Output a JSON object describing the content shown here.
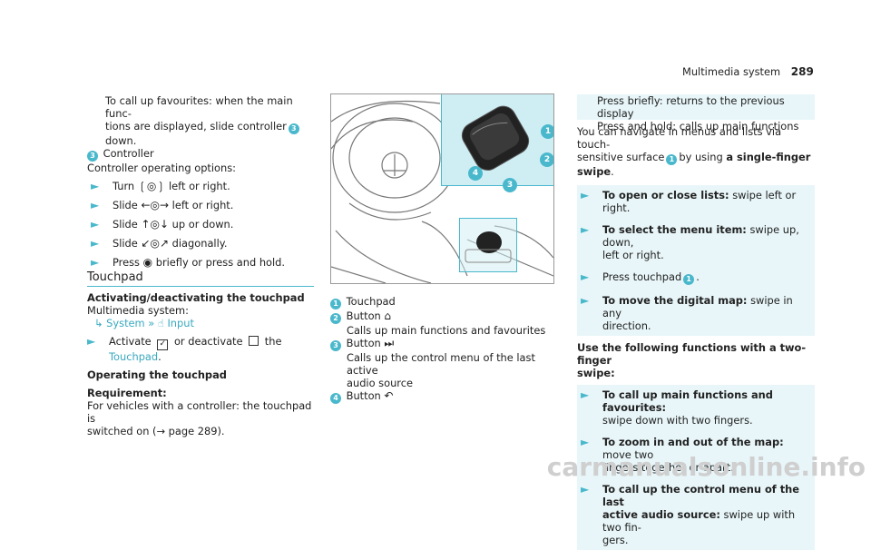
{
  "header": {
    "title": "Multimedia system",
    "page": "289"
  },
  "col1": {
    "intro_a": "To call up favourites: when the main func-",
    "intro_b": "tions are displayed, slide controller",
    "intro_c": "down.",
    "item3_label": "Controller",
    "options_title": "Controller operating options:",
    "opts": [
      {
        "pre": "Turn",
        "sym": "❲◎❳",
        "post": "left or right."
      },
      {
        "pre": "Slide",
        "sym": "←◎→",
        "post": "left or right."
      },
      {
        "pre": "Slide",
        "sym": "↑◎↓",
        "post": "up or down."
      },
      {
        "pre": "Slide",
        "sym": "↙◎↗",
        "post": "diagonally."
      },
      {
        "pre": "Press",
        "sym": "◉",
        "post": "briefly or press and hold."
      }
    ],
    "section_title": "Touchpad",
    "act_title": "Activating/deactivating the touchpad",
    "menu_label": "Multimedia system:",
    "path_system": "System",
    "path_input": "Input",
    "activate_pre": "Activate",
    "activate_mid": "or deactivate",
    "activate_the": "the",
    "activate_link": "Touchpad",
    "op_title": "Operating the touchpad",
    "req_title": "Requirement:",
    "req_a": "For vehicles with a controller: the touchpad is",
    "req_b": "switched on (→ page 289)."
  },
  "col2": {
    "legend": [
      {
        "n": "1",
        "label": "Touchpad",
        "desc": ""
      },
      {
        "n": "2",
        "label": "Button",
        "sym": "⌂",
        "desc": "Calls up main functions and favourites"
      },
      {
        "n": "3",
        "label": "Button",
        "sym": "⏭",
        "desc": "Calls up the control menu of the last active",
        "desc2": "audio source"
      },
      {
        "n": "4",
        "label": "Button",
        "sym": "↶",
        "desc": ""
      }
    ]
  },
  "col3": {
    "press_brief": "Press briefly: returns to the previous display",
    "press_hold": "Press and hold: calls up main functions",
    "nav_a": "You can navigate in menus and lists via touch-",
    "nav_b": "sensitive surface",
    "nav_c": "by using",
    "nav_bold": "a single-finger",
    "nav_d": "swipe",
    "b1_bold": "To open or close lists:",
    "b1_text": "swipe left or right.",
    "b2_bold": "To select the menu item:",
    "b2_text": "swipe up, down,",
    "b2_text2": "left or right.",
    "b3_text": "Press touchpad",
    "b4_bold": "To move the digital map:",
    "b4_text": "swipe in any",
    "b4_text2": "direction.",
    "two_a": "Use the following functions with a two-finger",
    "two_b": "swipe:",
    "t1_bold": "To call up main functions and favourites:",
    "t1_text": "swipe down with two fingers.",
    "t2_bold": "To zoom in and out of the map:",
    "t2_text": "move two",
    "t2_text2": "fingers together or apart.",
    "t3_bold": "To call up the control menu of the last",
    "t3_bold2": "active audio source:",
    "t3_text": "swipe up with two fin-",
    "t3_text2": "gers."
  },
  "watermark": "carmanualsonline.info",
  "colors": {
    "accent": "#4ab8cc",
    "highlight": "#e8f6f9",
    "figure_bg": "#cfeef4"
  }
}
